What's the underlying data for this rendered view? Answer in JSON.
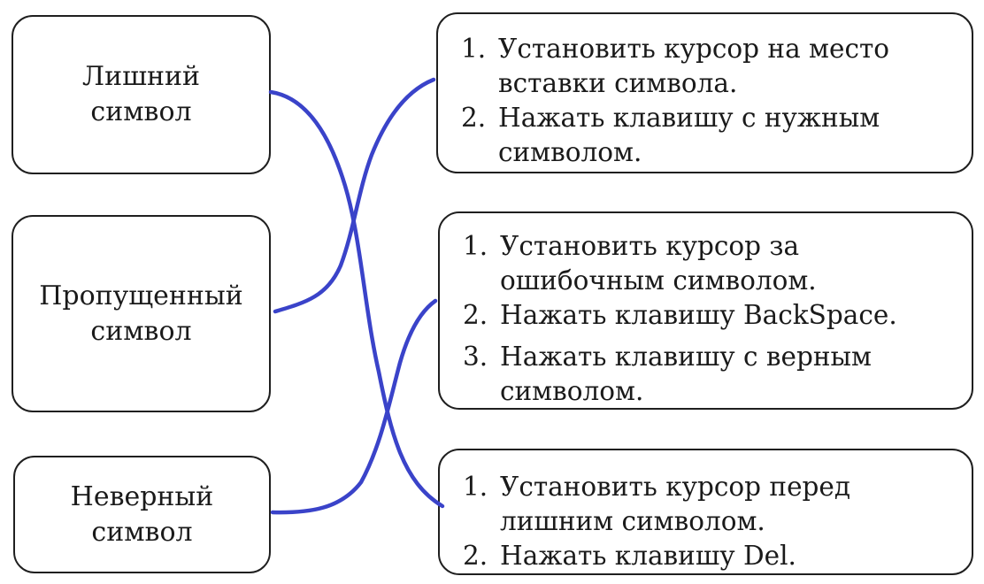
{
  "left": [
    {
      "lines": [
        "Лишний",
        "символ"
      ]
    },
    {
      "lines": [
        "Пропущенный",
        "символ"
      ]
    },
    {
      "lines": [
        "Неверный",
        "символ"
      ]
    }
  ],
  "right": [
    {
      "steps": [
        {
          "num": "1.",
          "text": "Установить курсор на место вставки символа."
        },
        {
          "num": "2.",
          "text": "Нажать клавишу с нужным символом."
        }
      ]
    },
    {
      "steps": [
        {
          "num": "1.",
          "text": "Установить курсор за ошибочным символом."
        },
        {
          "num": "2.",
          "text": "Нажать клавишу BackSpace."
        },
        {
          "num": "3.",
          "text": "Нажать клавишу с верным символом."
        }
      ]
    },
    {
      "steps": [
        {
          "num": "1.",
          "text": "Установить курсор перед лишним символом."
        },
        {
          "num": "2.",
          "text": "Нажать клавишу Del."
        }
      ]
    }
  ],
  "connections": [
    {
      "from": "left.0",
      "to": "right.2"
    },
    {
      "from": "left.1",
      "to": "right.0"
    },
    {
      "from": "left.2",
      "to": "right.1"
    }
  ],
  "colors": {
    "connector": "#3a43c9",
    "border": "#1f1f1f"
  }
}
